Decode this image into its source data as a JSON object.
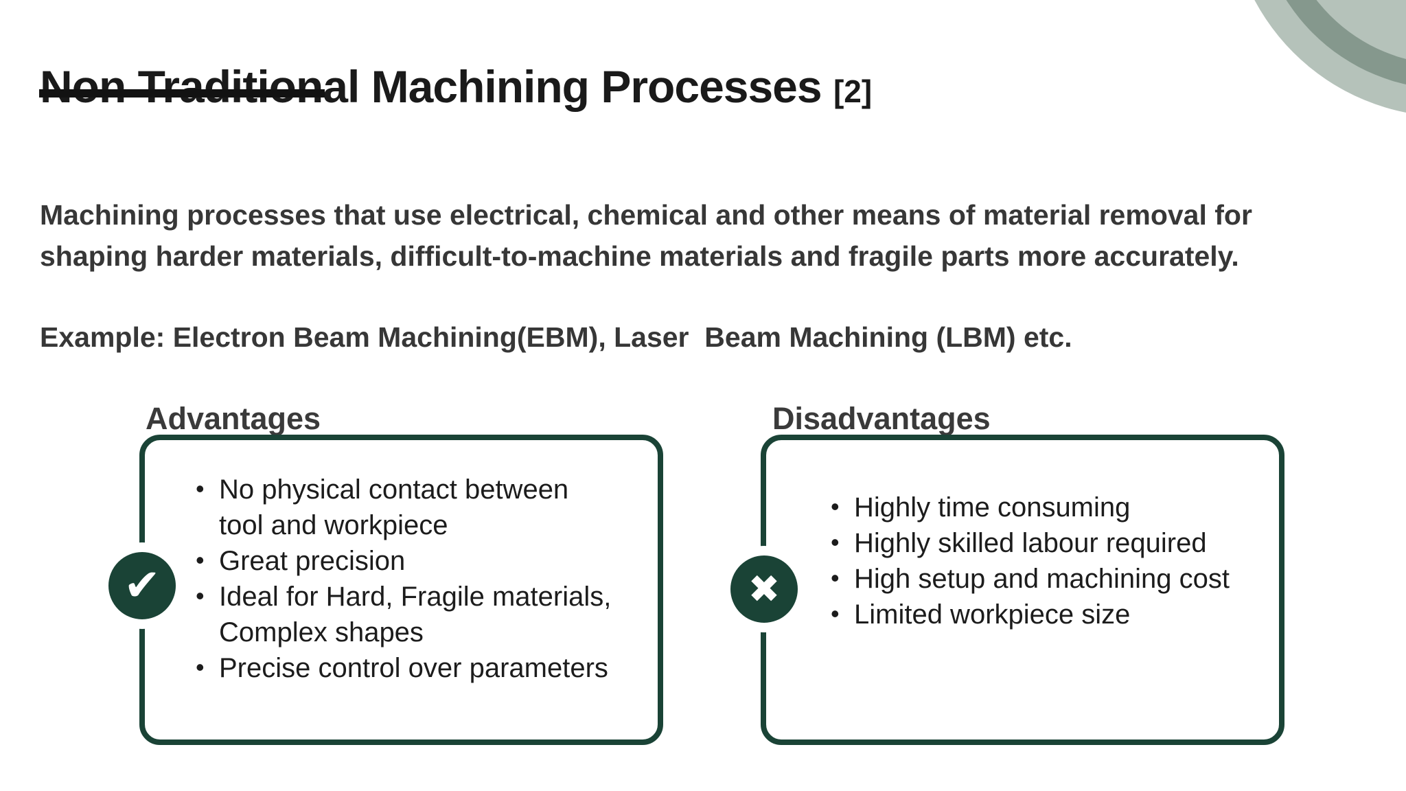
{
  "slide": {
    "title": "Non Traditional Machining Processes",
    "title_ref": "[2]",
    "intro": "Machining processes that use electrical, chemical and other means of material removal for\nshaping harder materials, difficult-to-machine materials and fragile parts more accurately.",
    "example": "Example: Electron Beam Machining(EBM), Laser  Beam Machining (LBM) etc."
  },
  "advantages": {
    "heading": "Advantages",
    "icon": "check-icon",
    "icon_glyph": "✔",
    "items": [
      "No physical contact between\ntool and workpiece",
      "Great precision",
      "Ideal for Hard, Fragile materials,\nComplex shapes",
      "Precise control over parameters"
    ]
  },
  "disadvantages": {
    "heading": "Disadvantages",
    "icon": "cross-icon",
    "icon_glyph": "✖",
    "items": [
      "Highly time consuming",
      "Highly skilled labour required",
      "High setup and machining cost",
      "Limited workpiece size"
    ]
  },
  "colors": {
    "accent_green": "#1a4336",
    "sage_light": "#b5c2ba",
    "sage_dark": "#85988d",
    "underline_ink": "#121212"
  }
}
